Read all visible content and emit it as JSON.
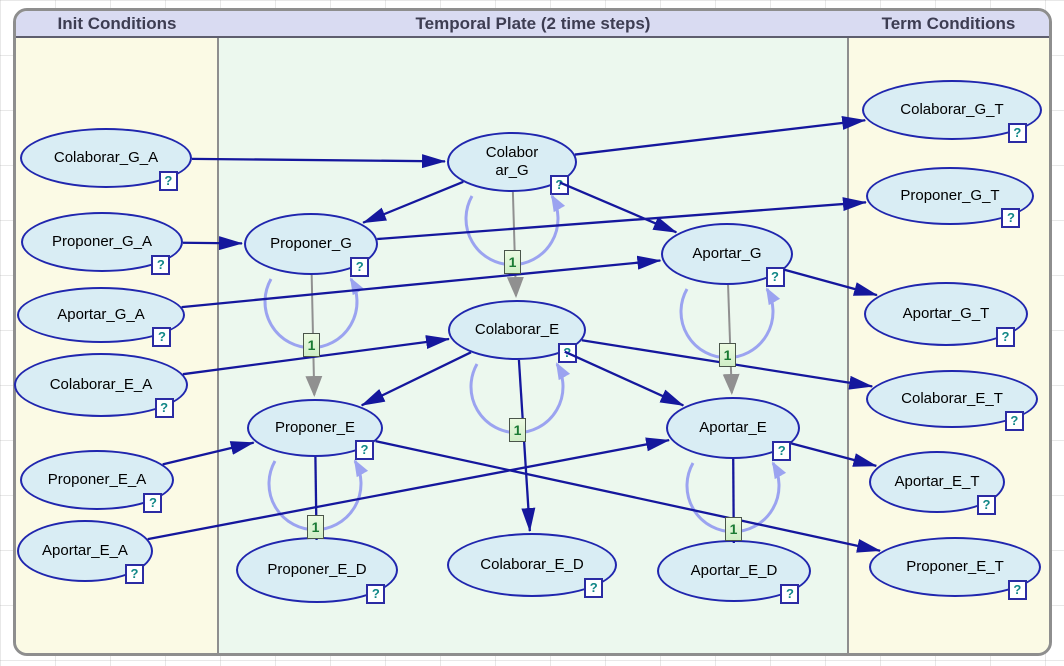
{
  "app": {
    "headers": [
      {
        "label": "Init Conditions"
      },
      {
        "label": "Temporal Plate (2 time steps)"
      },
      {
        "label": "Term Conditions"
      }
    ]
  },
  "colors": {
    "header_bg": "#d9dbf2",
    "init_term_bg": "#fbfae5",
    "plate_bg": "#ecf8ee",
    "node_fill": "#d9edf4",
    "node_border": "#2026ae",
    "edge_blue": "#15179d",
    "edge_gray": "#909090",
    "self_loop_purple": "#9ba3f0",
    "order_badge_green": "#dff7d2",
    "question_teal": "#118787"
  },
  "diagram": {
    "badge_glyph": "?",
    "nodes": [
      {
        "id": "colaborar_g_a",
        "label": "Colaborar_G_A",
        "section": "init"
      },
      {
        "id": "proponer_g_a",
        "label": "Proponer_G_A",
        "section": "init"
      },
      {
        "id": "aportar_g_a",
        "label": "Aportar_G_A",
        "section": "init"
      },
      {
        "id": "colaborar_e_a",
        "label": "Colaborar_E_A",
        "section": "init"
      },
      {
        "id": "proponer_e_a",
        "label": "Proponer_E_A",
        "section": "init"
      },
      {
        "id": "aportar_e_a",
        "label": "Aportar_E_A",
        "section": "init"
      },
      {
        "id": "colaborar_g",
        "label": "Colaborar_G",
        "wrap": [
          "Colabor",
          "ar_G"
        ],
        "section": "plate"
      },
      {
        "id": "proponer_g",
        "label": "Proponer_G",
        "section": "plate"
      },
      {
        "id": "aportar_g",
        "label": "Aportar_G",
        "section": "plate"
      },
      {
        "id": "colaborar_e",
        "label": "Colaborar_E",
        "section": "plate"
      },
      {
        "id": "proponer_e",
        "label": "Proponer_E",
        "section": "plate"
      },
      {
        "id": "aportar_e",
        "label": "Aportar_E",
        "section": "plate"
      },
      {
        "id": "proponer_e_d",
        "label": "Proponer_E_D",
        "section": "plate"
      },
      {
        "id": "colaborar_e_d",
        "label": "Colaborar_E_D",
        "section": "plate"
      },
      {
        "id": "aportar_e_d",
        "label": "Aportar_E_D",
        "section": "plate"
      },
      {
        "id": "colaborar_g_t",
        "label": "Colaborar_G_T",
        "section": "term"
      },
      {
        "id": "proponer_g_t",
        "label": "Proponer_G_T",
        "section": "term"
      },
      {
        "id": "aportar_g_t",
        "label": "Aportar_G_T",
        "section": "term"
      },
      {
        "id": "colaborar_e_t",
        "label": "Colaborar_E_T",
        "section": "term"
      },
      {
        "id": "aportar_e_t",
        "label": "Aportar_E_T",
        "section": "term"
      },
      {
        "id": "proponer_e_t",
        "label": "Proponer_E_T",
        "section": "term"
      }
    ],
    "edges": [
      {
        "from": "colaborar_g",
        "to": "colaborar_e",
        "style": "gray",
        "arrow": true
      },
      {
        "from": "proponer_g",
        "to": "proponer_e",
        "style": "gray",
        "arrow": true
      },
      {
        "from": "aportar_g",
        "to": "aportar_e",
        "style": "gray",
        "arrow": true
      },
      {
        "from": "colaborar_g_a",
        "to": "colaborar_g",
        "style": "blue",
        "arrow": true
      },
      {
        "from": "proponer_g_a",
        "to": "proponer_g",
        "style": "blue",
        "arrow": true
      },
      {
        "from": "aportar_g_a",
        "to": "aportar_g",
        "style": "blue",
        "arrow": true
      },
      {
        "from": "colaborar_e_a",
        "to": "colaborar_e",
        "style": "blue",
        "arrow": true
      },
      {
        "from": "proponer_e_a",
        "to": "proponer_e",
        "style": "blue",
        "arrow": true
      },
      {
        "from": "aportar_e_a",
        "to": "aportar_e",
        "style": "blue",
        "arrow": true
      },
      {
        "from": "colaborar_g",
        "to": "proponer_g",
        "style": "blue",
        "arrow": true
      },
      {
        "from": "colaborar_g",
        "to": "aportar_g",
        "style": "blue",
        "arrow": true
      },
      {
        "from": "colaborar_e",
        "to": "proponer_e",
        "style": "blue",
        "arrow": true
      },
      {
        "from": "colaborar_e",
        "to": "aportar_e",
        "style": "blue",
        "arrow": true
      },
      {
        "from": "colaborar_g",
        "to": "colaborar_g_t",
        "style": "blue",
        "arrow": true
      },
      {
        "from": "proponer_g",
        "to": "proponer_g_t",
        "style": "blue",
        "arrow": true
      },
      {
        "from": "aportar_g",
        "to": "aportar_g_t",
        "style": "blue",
        "arrow": true
      },
      {
        "from": "colaborar_e",
        "to": "colaborar_e_t",
        "style": "blue",
        "arrow": true
      },
      {
        "from": "aportar_e",
        "to": "aportar_e_t",
        "style": "blue",
        "arrow": true
      },
      {
        "from": "proponer_e",
        "to": "proponer_e_t",
        "style": "blue",
        "arrow": true
      },
      {
        "from": "colaborar_e",
        "to": "colaborar_e_d",
        "style": "blue",
        "arrow": true
      },
      {
        "from": "proponer_e",
        "to": "proponer_e_d",
        "style": "blue",
        "arrow": false
      },
      {
        "from": "aportar_e",
        "to": "aportar_e_d",
        "style": "blue",
        "arrow": false
      }
    ],
    "self_loops": [
      {
        "node": "colaborar_g",
        "order": "1"
      },
      {
        "node": "proponer_g",
        "order": "1"
      },
      {
        "node": "aportar_g",
        "order": "1"
      },
      {
        "node": "colaborar_e",
        "order": "1"
      },
      {
        "node": "proponer_e",
        "order": "1"
      },
      {
        "node": "aportar_e",
        "order": "1"
      }
    ]
  }
}
